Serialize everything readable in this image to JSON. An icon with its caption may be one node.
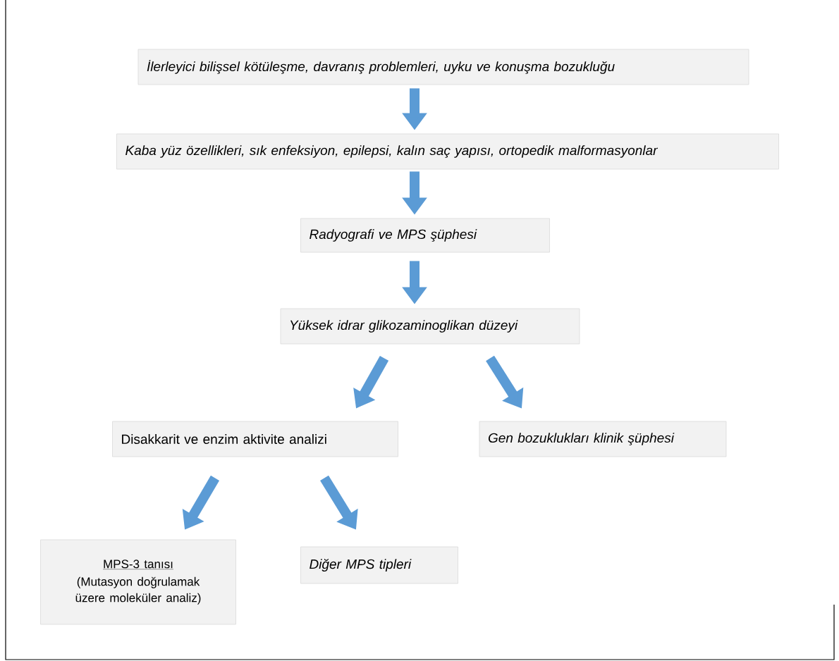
{
  "diagram": {
    "nodes": [
      {
        "text": [
          "İlerleyici bilişsel kötüleşme, davranış problemleri, uyku ve konuşma bozukluğu"
        ]
      },
      {
        "text": [
          "Kaba yüz özellikleri, sık enfeksiyon, epilepsi, kalın saç yapısı, ortopedik malformasyonlar"
        ]
      },
      {
        "text": [
          "Radyografi ve MPS şüphesi"
        ]
      },
      {
        "text": [
          "Yüksek idrar glikozaminoglikan düzeyi"
        ]
      },
      {
        "text": [
          "Disakkarit ve enzim aktivite analizi"
        ]
      },
      {
        "text": [
          "Gen bozuklukları klinik şüphesi"
        ]
      },
      {
        "text": [
          "MPS-3 tanısı",
          "(Mutasyon doğrulamak üzere moleküler analiz)"
        ]
      },
      {
        "text": [
          "Diğer MPS tipleri"
        ]
      }
    ],
    "edges": [
      {
        "from": 0,
        "to": 1,
        "arrow": "to"
      },
      {
        "from": 1,
        "to": 2,
        "arrow": "to"
      },
      {
        "from": 2,
        "to": 3,
        "arrow": "to"
      },
      {
        "from": 3,
        "to": 4,
        "arrow": "to"
      },
      {
        "from": 3,
        "to": 5,
        "arrow": "to"
      },
      {
        "from": 4,
        "to": 6,
        "arrow": "to"
      },
      {
        "from": 4,
        "to": 7,
        "arrow": "to"
      }
    ]
  }
}
